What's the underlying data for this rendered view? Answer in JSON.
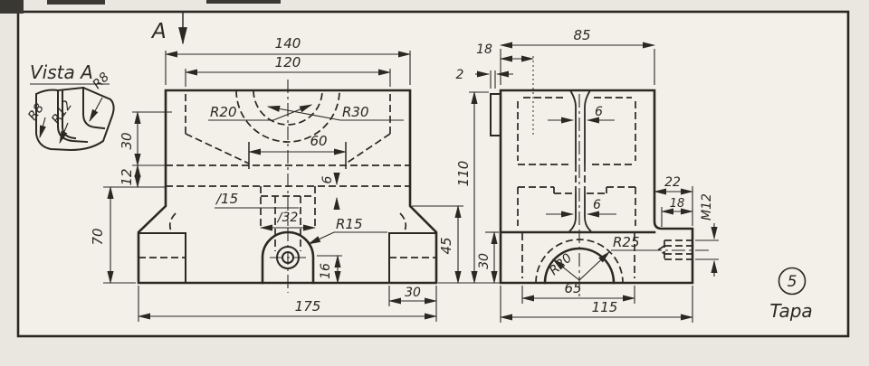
{
  "sheet": {
    "view_label": "Vista A",
    "section_arrow_label": "A",
    "part_number": "5",
    "part_name": "Tapa",
    "colors": {
      "ink": "#2b2822",
      "paper": "#f2f0e9",
      "margin": "#e9e7e0"
    }
  },
  "detail_view": {
    "radius_left": "R8",
    "radius_mid": "R12",
    "radius_right": "R8"
  },
  "front_view": {
    "dims": {
      "width_top": "140",
      "width_inner": "120",
      "radius_groove_left": "R20",
      "radius_groove_right": "R30",
      "slot_width": "60",
      "height_upper": "30",
      "height_step": "12",
      "height_left": "70",
      "hole_dia": "∕15",
      "recess_dia": "∕32",
      "recess_depth": "6",
      "boss_radius": "R15",
      "boss_height": "16",
      "width_base": "175",
      "foot_width": "30",
      "base_height_right": "45"
    }
  },
  "side_view": {
    "dims": {
      "depth_top": "85",
      "step_width": "18",
      "step_depth": "2",
      "slot_width_top": "6",
      "slot_width_mid": "6",
      "height_overall": "110",
      "base_height": "30",
      "lug_width": "22",
      "lug_hole_depth": "18",
      "thread": "M12",
      "arch_radius_inner": "R20",
      "arch_radius_outer": "R25",
      "arch_width": "65",
      "base_depth": "115"
    }
  }
}
